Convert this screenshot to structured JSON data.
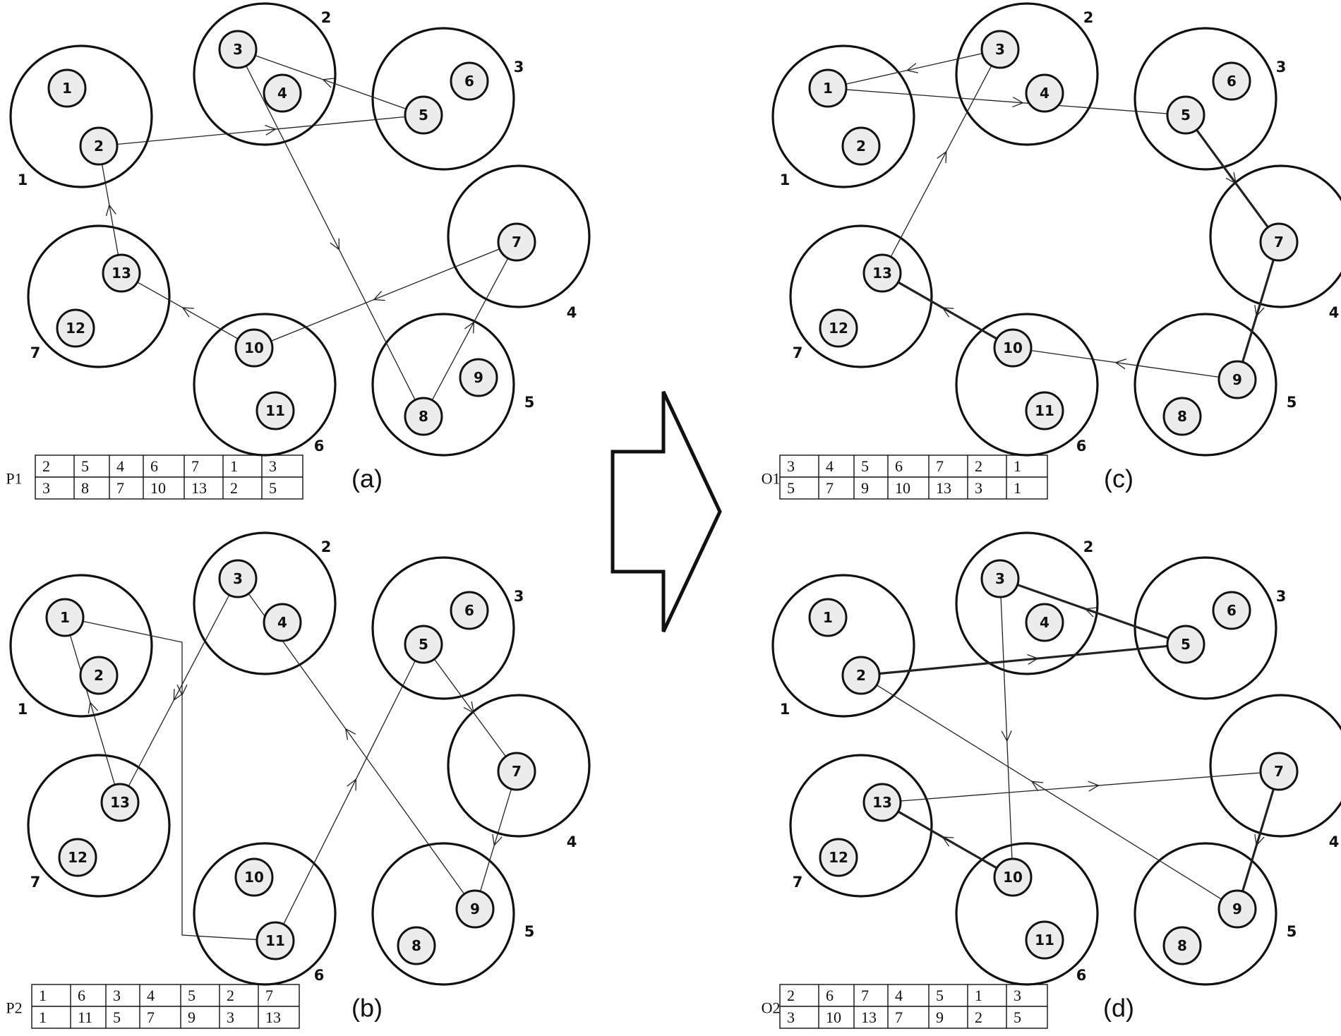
{
  "panels": [
    {
      "label": "(a)",
      "table": {
        "name": "P1",
        "row1": [
          "2",
          "5",
          "4",
          "6",
          "7",
          "1",
          "3"
        ],
        "row2": [
          "3",
          "8",
          "7",
          "10",
          "13",
          "2",
          "5"
        ]
      },
      "edges": [
        {
          "from": "2",
          "to": "5",
          "arrow": true,
          "bold": false
        },
        {
          "from": "5",
          "to": "3",
          "arrow": true,
          "bold": false
        },
        {
          "from": "3",
          "to": "8",
          "arrow": true,
          "bold": false
        },
        {
          "from": "8",
          "to": "7",
          "arrow": true,
          "bold": false
        },
        {
          "from": "7",
          "to": "10",
          "arrow": true,
          "bold": false
        },
        {
          "from": "10",
          "to": "13",
          "arrow": true,
          "bold": false
        },
        {
          "from": "13",
          "to": "2",
          "arrow": true,
          "bold": false
        }
      ]
    },
    {
      "label": "(b)",
      "table": {
        "name": "P2",
        "row1": [
          "1",
          "6",
          "3",
          "4",
          "5",
          "2",
          "7"
        ],
        "row2": [
          "1",
          "11",
          "5",
          "7",
          "9",
          "3",
          "13"
        ]
      },
      "edges": [
        {
          "from": "1",
          "to": "11",
          "arrow": true,
          "bold": false,
          "via": "elbow"
        },
        {
          "from": "11",
          "to": "5",
          "arrow": true,
          "bold": false
        },
        {
          "from": "5",
          "to": "7",
          "arrow": true,
          "bold": false
        },
        {
          "from": "7",
          "to": "9",
          "arrow": true,
          "bold": false
        },
        {
          "from": "9",
          "to": "3",
          "arrow": true,
          "bold": false
        },
        {
          "from": "3",
          "to": "13",
          "arrow": true,
          "bold": false
        },
        {
          "from": "13",
          "to": "1",
          "arrow": true,
          "bold": false
        }
      ]
    },
    {
      "label": "(c)",
      "table": {
        "name": "O1",
        "row1": [
          "3",
          "4",
          "5",
          "6",
          "7",
          "2",
          "1"
        ],
        "row2": [
          "5",
          "7",
          "9",
          "10",
          "13",
          "3",
          "1"
        ]
      },
      "edges": [
        {
          "from": "1",
          "to": "5",
          "arrow": true,
          "bold": false
        },
        {
          "from": "5",
          "to": "7",
          "arrow": true,
          "bold": true
        },
        {
          "from": "7",
          "to": "9",
          "arrow": true,
          "bold": true
        },
        {
          "from": "9",
          "to": "10",
          "arrow": true,
          "bold": false
        },
        {
          "from": "10",
          "to": "13",
          "arrow": true,
          "bold": true
        },
        {
          "from": "13",
          "to": "3",
          "arrow": true,
          "bold": false
        },
        {
          "from": "3",
          "to": "1",
          "arrow": true,
          "bold": false
        }
      ]
    },
    {
      "label": "(d)",
      "table": {
        "name": "O2",
        "row1": [
          "2",
          "6",
          "7",
          "4",
          "5",
          "1",
          "3"
        ],
        "row2": [
          "3",
          "10",
          "13",
          "7",
          "9",
          "2",
          "5"
        ]
      },
      "edges": [
        {
          "from": "2",
          "to": "5",
          "arrow": true,
          "bold": true
        },
        {
          "from": "5",
          "to": "3",
          "arrow": true,
          "bold": true
        },
        {
          "from": "3",
          "to": "10",
          "arrow": true,
          "bold": false
        },
        {
          "from": "10",
          "to": "13",
          "arrow": true,
          "bold": true
        },
        {
          "from": "13",
          "to": "7",
          "arrow": true,
          "bold": false
        },
        {
          "from": "7",
          "to": "9",
          "arrow": true,
          "bold": true
        },
        {
          "from": "9",
          "to": "2",
          "arrow": true,
          "bold": false
        }
      ]
    }
  ],
  "clusters": [
    "1",
    "2",
    "3",
    "4",
    "5",
    "6",
    "7"
  ],
  "nodes": [
    "1",
    "2",
    "3",
    "4",
    "5",
    "6",
    "7",
    "8",
    "9",
    "10",
    "11",
    "12",
    "13"
  ]
}
